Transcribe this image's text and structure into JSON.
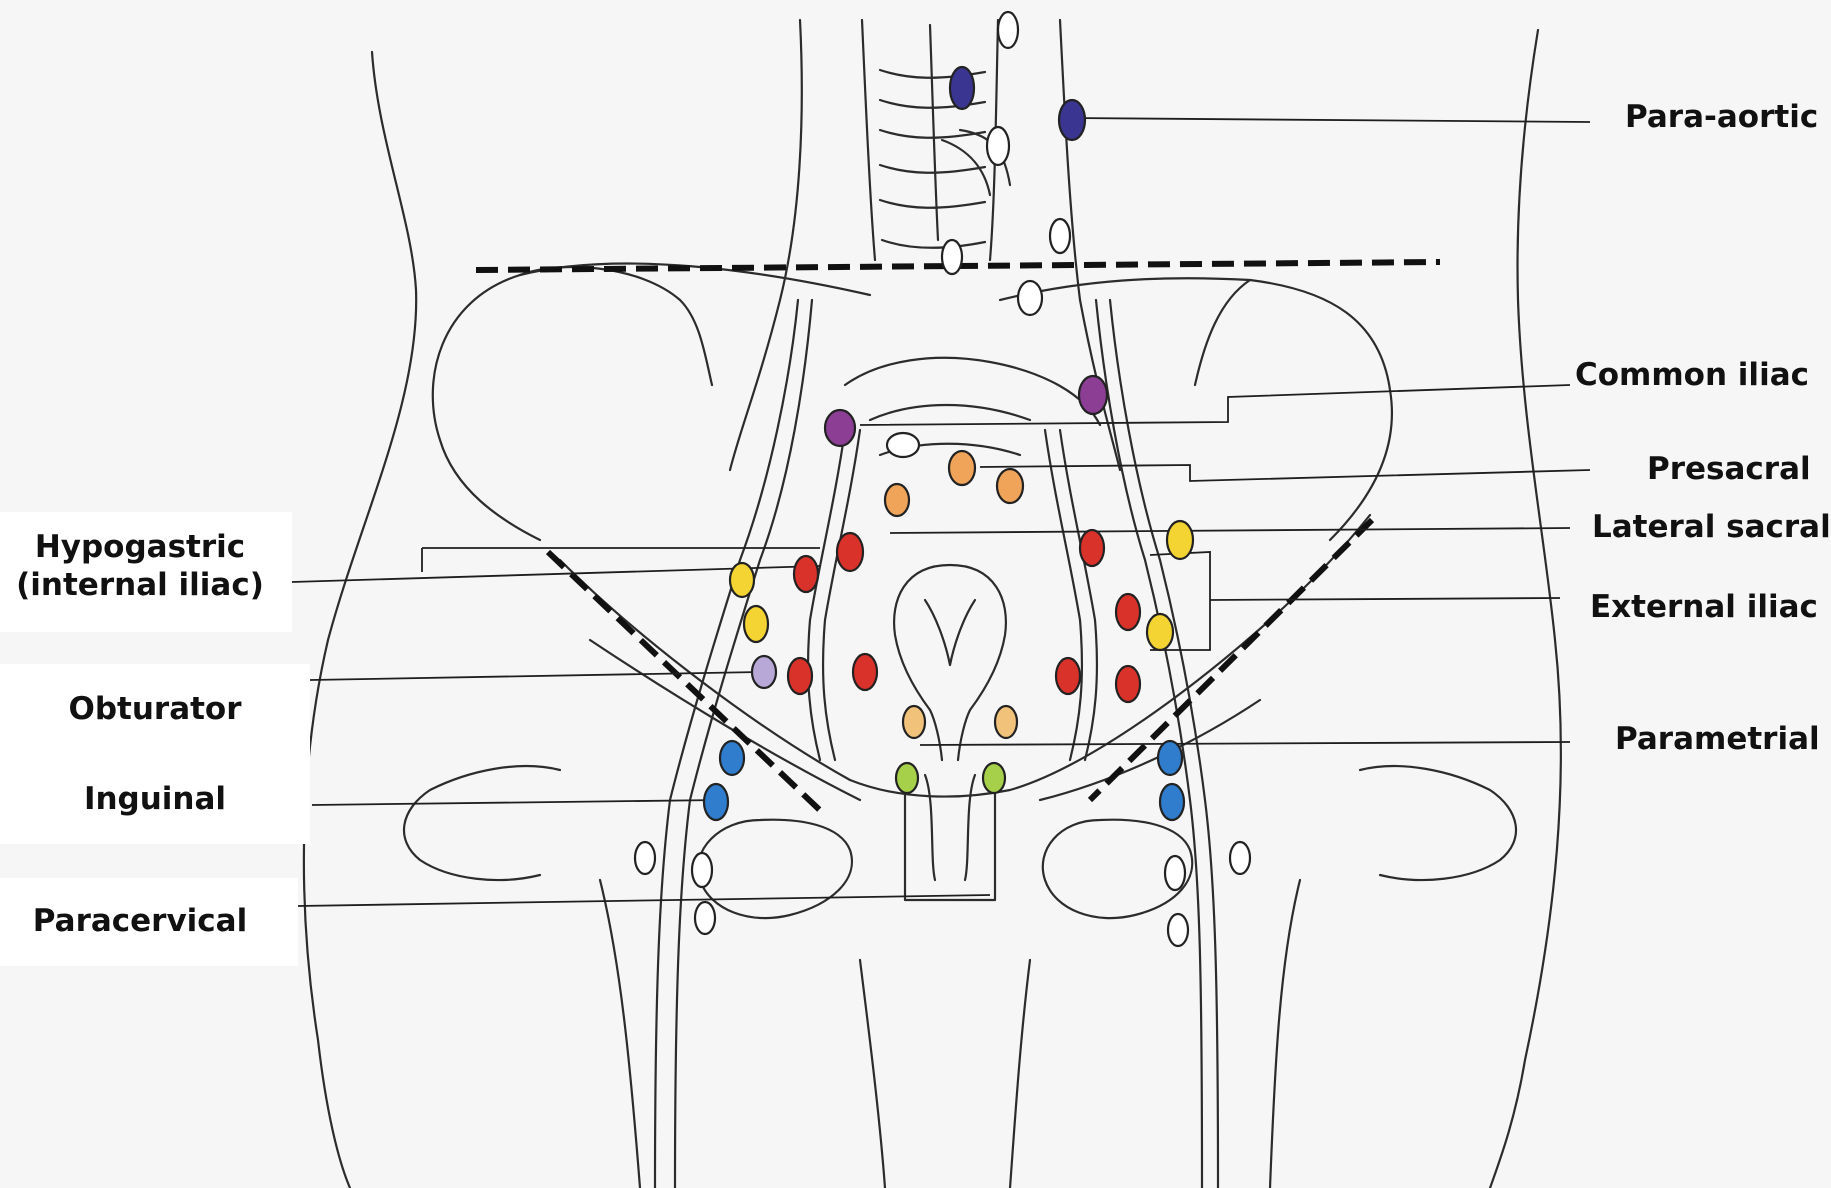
{
  "labels": {
    "para_aortic": "Para-aortic",
    "common_iliac": "Common iliac",
    "presacral": "Presacral",
    "lateral_sacral": "Lateral sacral",
    "external_iliac": "External iliac",
    "parametrial": "Parametrial",
    "hypogastric_line1": "Hypogastric",
    "hypogastric_line2": "(internal iliac)",
    "obturator": "Obturator",
    "inguinal": "Inguinal",
    "paracervical": "Paracervical"
  },
  "node_colors": {
    "para_aortic": "#3a3590",
    "common_iliac": "#8c3d94",
    "presacral": "#f0a45a",
    "hypogastric": "#d8322a",
    "external_iliac": "#f3d433",
    "obturator": "#b7a8d8",
    "inguinal": "#2f7dcc",
    "parametrial": "#f1c27a",
    "paracervical": "#a6d04a",
    "unmarked": "#ffffff"
  },
  "outline_color": "#2a2a2a"
}
